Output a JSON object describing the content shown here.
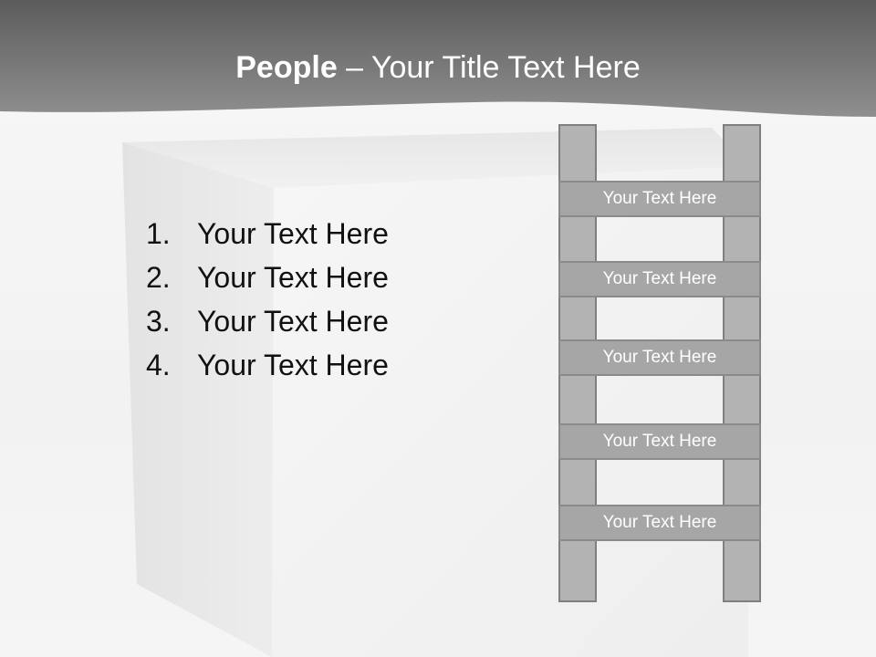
{
  "slide": {
    "title_bold": "People",
    "title_rest": " – Your Title Text Here"
  },
  "list_items": [
    {
      "number": "1.",
      "text": "Your Text Here"
    },
    {
      "number": "2.",
      "text": "Your Text Here"
    },
    {
      "number": "3.",
      "text": "Your Text Here"
    },
    {
      "number": "4.",
      "text": "Your Text Here"
    }
  ],
  "ladder": {
    "rungs": [
      "Your Text Here",
      "Your Text Here",
      "Your Text Here",
      "Your Text Here",
      "Your Text Here"
    ]
  },
  "colors": {
    "header_dark": "#5f5f5f",
    "header_light": "#8c8c8c",
    "rung_fill": "#a6a6a6",
    "rail_fill": "#b3b3b3"
  }
}
